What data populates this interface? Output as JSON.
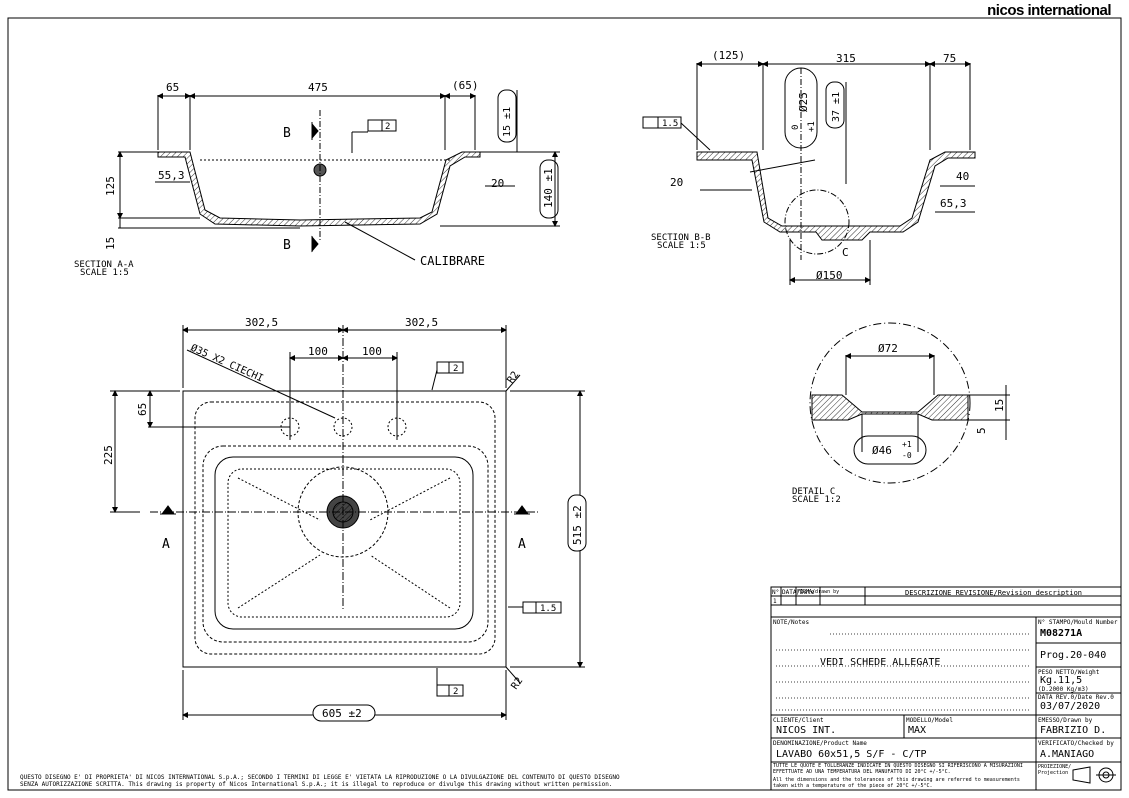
{
  "brand": "nicos international",
  "section_aa": {
    "caption1": "SECTION A-A",
    "caption2": "SCALE 1:5",
    "dims": {
      "d65a": "65",
      "d475": "475",
      "d65b": "(65)",
      "d15v": "15 ±1",
      "d125": "125",
      "d55_3": "55,3",
      "d20": "20",
      "d140": "140 ±1",
      "d15": "15"
    },
    "flat_tol": "2",
    "calibrare": "CALIBRARE",
    "cut_b1": "B",
    "cut_b2": "B"
  },
  "section_bb": {
    "caption1": "SECTION B-B",
    "caption2": "SCALE 1:5",
    "dims": {
      "d125": "(125)",
      "d315": "315",
      "d75": "75",
      "d25": "Ø25",
      "d0": "0",
      "dplus": "+1",
      "d37": "37 ±1",
      "d20": "20",
      "d40": "40",
      "d65_3": "65,3",
      "d150": "Ø150"
    },
    "flat_tol": "1.5",
    "detail_ref": "C"
  },
  "detail_c": {
    "caption1": "DETAIL C",
    "caption2": "SCALE 1:2",
    "dims": {
      "d72": "Ø72",
      "d46": "Ø46",
      "tol_p": "+1",
      "tol_m": "-0",
      "d15": "15",
      "d5": "5"
    }
  },
  "plan": {
    "dims": {
      "w1": "302,5",
      "w2": "302,5",
      "h100a": "100",
      "h100b": "100",
      "holes": "Ø35 X2 CIECHI",
      "d65": "65",
      "d225": "225",
      "d515": "515 ±2",
      "d605": "605 ±2",
      "r2a": "R2",
      "r2b": "R2"
    },
    "flat_top": "2",
    "flat_right": "1.5",
    "flat_bottom": "2",
    "cut_a1": "A",
    "cut_a2": "A"
  },
  "title_block": {
    "rev_headers": [
      "N°",
      "DATA/Date",
      "FIRMA/drawn by",
      "DESCRIZIONE REVISIONE/Revision description"
    ],
    "rev_row": "1",
    "notes_label": "NOTE/Notes",
    "notes_text": "VEDI SCHEDE ALLEGATE",
    "stamp_label": "N° STAMPO/Mould Number",
    "stamp_value": "M08271A",
    "prog": "Prog.20-040",
    "weight_label": "PESO NETTO/Weight",
    "weight_value": "Kg.11,5",
    "density": "(D.2000 Kg/m3)",
    "date_label": "DATA REV.0/Date Rev.0",
    "date_value": "03/07/2020",
    "client_label": "CLIENTE/Client",
    "client_value": "NICOS INT.",
    "model_label": "MODELLO/Model",
    "model_value": "MAX",
    "drawn_label": "EMESSO/Drawn by",
    "drawn_value": "FABRIZIO D.",
    "product_label": "DENOMINAZIONE/Product Name",
    "product_value": "LAVABO 60x51,5 S/F - C/TP",
    "checked_label": "VERIFICATO/Checked by",
    "checked_value": "A.MANIAGO",
    "tol_note_it": "TUTTE LE QUOTE E TOLLERANZE INDICATE IN QUESTO DISEGNO SI RIFERISCONO A MISURAZIONI EFFETTUATE AD UNA TEMPERATURA DEL MANUFATTO DI 20°C +/-5°C.",
    "tol_note_en": "All the dimensions and the tolerances of this drawing are referred to measurements taken with a temperature of the piece of 20°C +/-5°C.",
    "projection_label": "PROIEZIONE/ Projection"
  },
  "disclaimer": "QUESTO DISEGNO E' DI PROPRIETA' DI NICOS INTERNATIONAL S.p.A.; SECONDO I TERMINI DI LEGGE E' VIETATA LA RIPRODUZIONE O LA DIVULGAZIONE DEL CONTENUTO DI QUESTO DISEGNO\nSENZA AUTORIZZAZIONE SCRITTA. This drawing is property of Nicos International S.p.A.; it is illegal to reproduce or divulge this drawing without written permission."
}
